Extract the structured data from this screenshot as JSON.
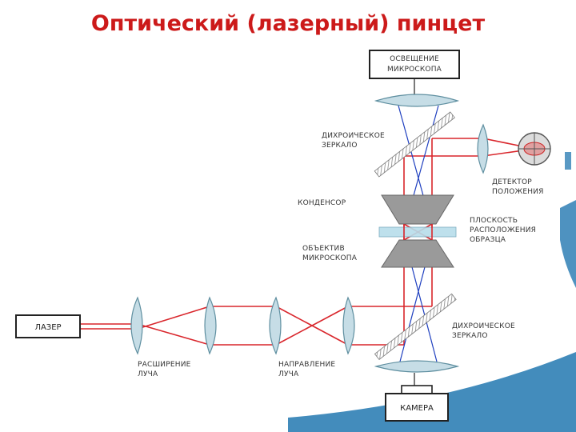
{
  "title": "Оптический (лазерный) пинцет",
  "colors": {
    "title": "#cc1a1a",
    "beam": "#d9262c",
    "lens_fill": "#c6dde6",
    "lens_stroke": "#5f8fa0",
    "objective": "#9a9a9a",
    "blue_ray": "#1e3fbf",
    "slide_band": "#b8ddea",
    "deco_blue": "#2f7fb5"
  },
  "labels": {
    "illumination_line1": "ОСВЕЩЕНИЕ",
    "illumination_line2": "МИКРОСКОПА",
    "dichroic_top_line1": "ДИХРОИЧЕСКОЕ",
    "dichroic_top_line2": "ЗЕРКАЛО",
    "detector_line1": "ДЕТЕКТОР",
    "detector_line2": "ПОЛОЖЕНИЯ",
    "condenser": "КОНДЕНСОР",
    "sample_plane_line1": "ПЛОСКОСТЬ",
    "sample_plane_line2": "РАСПОЛОЖЕНИЯ",
    "sample_plane_line3": "ОБРАЗЦА",
    "objective_line1": "ОБЪЕКТИВ",
    "objective_line2": "МИКРОСКОПА",
    "laser": "ЛАЗЕР",
    "expansion_line1": "РАСШИРЕНИЕ",
    "expansion_line2": "ЛУЧА",
    "steering_line1": "НАПРАВЛЕНИЕ",
    "steering_line2": "ЛУЧА",
    "dichroic_bottom_line1": "ДИХРОИЧЕСКОЕ",
    "dichroic_bottom_line2": "ЗЕРКАЛО",
    "camera": "КАМЕРА"
  }
}
